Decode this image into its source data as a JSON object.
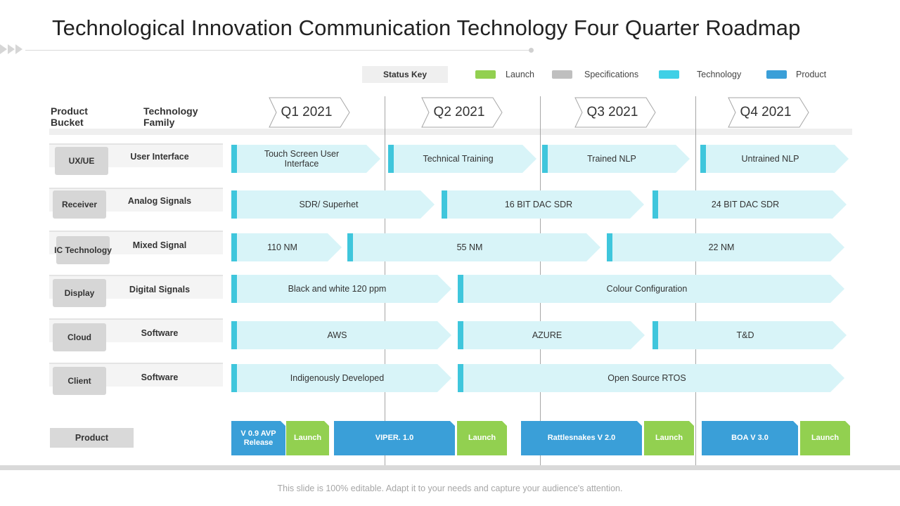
{
  "title": "Technological Innovation Communication Technology Four Quarter Roadmap",
  "status_key": {
    "label": "Status Key",
    "items": [
      {
        "label": "Launch",
        "color": "#92d050"
      },
      {
        "label": "Specifications",
        "color": "#bfbfbf"
      },
      {
        "label": "Technology",
        "color": "#3fd0e6"
      },
      {
        "label": "Product",
        "color": "#3a9fd8"
      }
    ]
  },
  "headers": {
    "product_bucket": "Product Bucket",
    "technology_family": "Technology Family"
  },
  "quarters": [
    "Q1 2021",
    "Q2 2021",
    "Q3 2021",
    "Q4 2021"
  ],
  "rows": [
    {
      "bucket": "UX/UE",
      "family": "User Interface",
      "bars": [
        "Touch Screen User Interface",
        "Technical Training",
        "Trained NLP",
        "Untrained NLP"
      ]
    },
    {
      "bucket": "Receiver",
      "family": "Analog Signals",
      "bars": [
        "SDR/ Superhet",
        "16 BIT DAC SDR",
        "24 BIT DAC SDR"
      ]
    },
    {
      "bucket": "IC Technology",
      "family": "Mixed Signal",
      "bars": [
        "110 NM",
        "55 NM",
        "22 NM"
      ]
    },
    {
      "bucket": "Display",
      "family": "Digital Signals",
      "bars": [
        "Black and white 120 ppm",
        "Colour Configuration"
      ]
    },
    {
      "bucket": "Cloud",
      "family": "Software",
      "bars": [
        "AWS",
        "AZURE",
        "T&D"
      ]
    },
    {
      "bucket": "Client",
      "family": "Software",
      "bars": [
        "Indigenously Developed",
        "Open Source RTOS"
      ]
    }
  ],
  "product": {
    "label": "Product",
    "items": [
      {
        "label": "V 0.9 AVP Release",
        "type": "product"
      },
      {
        "label": "Launch",
        "type": "launch"
      },
      {
        "label": "VIPER. 1.0",
        "type": "product"
      },
      {
        "label": "Launch",
        "type": "launch"
      },
      {
        "label": "Rattlesnakes V 2.0",
        "type": "product"
      },
      {
        "label": "Launch",
        "type": "launch"
      },
      {
        "label": "BOA V 3.0",
        "type": "product"
      },
      {
        "label": "Launch",
        "type": "launch"
      }
    ]
  },
  "footer": "This slide is 100% editable. Adapt it to your needs and capture your audience's attention."
}
